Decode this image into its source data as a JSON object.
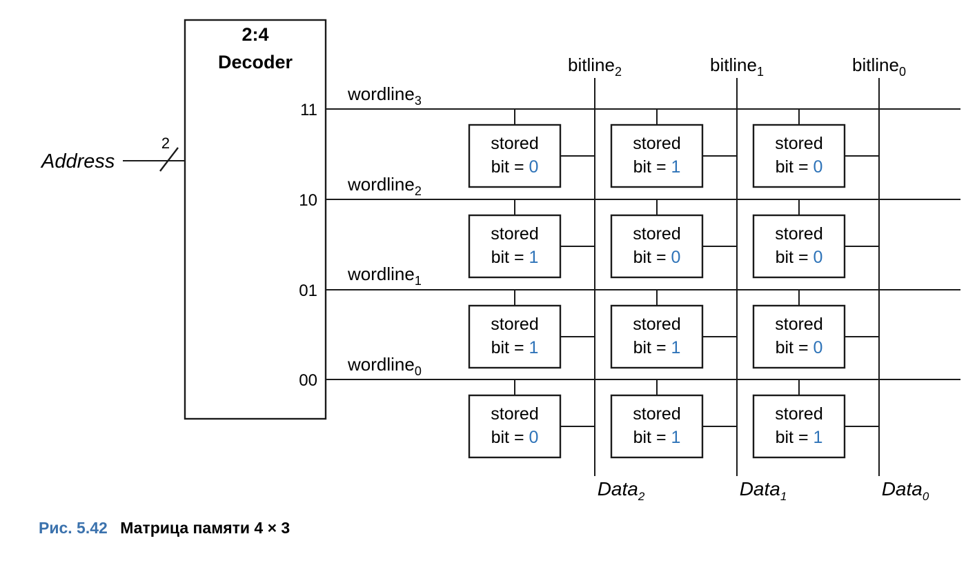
{
  "figure": {
    "caption_number": "Рис. 5.42",
    "caption_text": "Матрица памяти 4 × 3",
    "accent_color": "#3b72ad",
    "bit_color": "#2e73b8",
    "line_color": "#1a1a1a",
    "background": "#ffffff"
  },
  "decoder": {
    "title_line1": "2:4",
    "title_line2": "Decoder",
    "outputs": [
      "11",
      "10",
      "01",
      "00"
    ]
  },
  "address": {
    "label": "Address",
    "bus_width": "2"
  },
  "wordlines": [
    {
      "name": "wordline",
      "sub": "3"
    },
    {
      "name": "wordline",
      "sub": "2"
    },
    {
      "name": "wordline",
      "sub": "1"
    },
    {
      "name": "wordline",
      "sub": "0"
    }
  ],
  "bitlines": [
    {
      "name": "bitline",
      "sub": "2"
    },
    {
      "name": "bitline",
      "sub": "1"
    },
    {
      "name": "bitline",
      "sub": "0"
    }
  ],
  "data_outputs": [
    {
      "name": "Data",
      "sub": "2"
    },
    {
      "name": "Data",
      "sub": "1"
    },
    {
      "name": "Data",
      "sub": "0"
    }
  ],
  "cell": {
    "line1": "stored",
    "line2_prefix": "bit = "
  },
  "memory_array": {
    "rows": 4,
    "columns": 3,
    "row_order": [
      "wordline3",
      "wordline2",
      "wordline1",
      "wordline0"
    ],
    "column_order": [
      "bitline2",
      "bitline1",
      "bitline0"
    ],
    "bits": [
      [
        "0",
        "1",
        "0"
      ],
      [
        "1",
        "0",
        "0"
      ],
      [
        "1",
        "1",
        "0"
      ],
      [
        "0",
        "1",
        "1"
      ]
    ]
  }
}
